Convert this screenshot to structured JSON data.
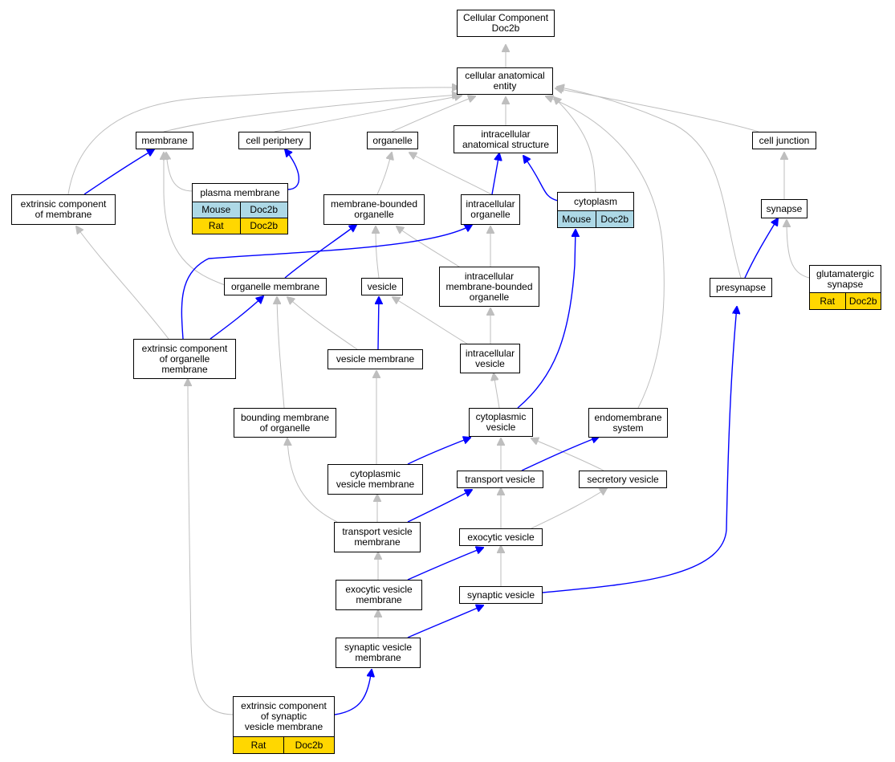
{
  "colors": {
    "is_a_edge": "#bebebe",
    "part_of_edge": "#0000ff",
    "mouse_tag": "#add8e6",
    "rat_tag": "#ffd700"
  },
  "nodes": [
    {
      "id": "root",
      "label": "Cellular Component\nDoc2b"
    },
    {
      "id": "cae",
      "label": "cellular anatomical\nentity"
    },
    {
      "id": "membrane",
      "label": "membrane"
    },
    {
      "id": "cellperiphery",
      "label": "cell periphery"
    },
    {
      "id": "organelle",
      "label": "organelle"
    },
    {
      "id": "ias",
      "label": "intracellular\nanatomical structure"
    },
    {
      "id": "celljunction",
      "label": "cell junction"
    },
    {
      "id": "plasmamembrane",
      "label": "plasma membrane",
      "tags": [
        {
          "species": "Mouse",
          "gene": "Doc2b",
          "color": "mouse"
        },
        {
          "species": "Rat",
          "gene": "Doc2b",
          "color": "rat"
        }
      ]
    },
    {
      "id": "extrinsic_mem",
      "label": "extrinsic component\nof membrane"
    },
    {
      "id": "mbo",
      "label": "membrane-bounded\norganelle"
    },
    {
      "id": "io",
      "label": "intracellular\norganelle"
    },
    {
      "id": "cytoplasm",
      "label": "cytoplasm",
      "tags": [
        {
          "species": "Mouse",
          "gene": "Doc2b",
          "color": "mouse"
        }
      ]
    },
    {
      "id": "synapse",
      "label": "synapse"
    },
    {
      "id": "glut",
      "label": "glutamatergic\nsynapse",
      "tags": [
        {
          "species": "Rat",
          "gene": "Doc2b",
          "color": "rat"
        }
      ]
    },
    {
      "id": "orgmem",
      "label": "organelle membrane"
    },
    {
      "id": "vesicle",
      "label": "vesicle"
    },
    {
      "id": "imbo",
      "label": "intracellular\nmembrane-bounded\norganelle"
    },
    {
      "id": "presynapse",
      "label": "presynapse"
    },
    {
      "id": "extrinsic_org",
      "label": "extrinsic component\nof organelle\nmembrane"
    },
    {
      "id": "vesmem",
      "label": "vesicle membrane"
    },
    {
      "id": "iv",
      "label": "intracellular\nvesicle"
    },
    {
      "id": "bmo",
      "label": "bounding membrane\nof organelle"
    },
    {
      "id": "cytves",
      "label": "cytoplasmic\nvesicle"
    },
    {
      "id": "endo",
      "label": "endomembrane\nsystem"
    },
    {
      "id": "cvm",
      "label": "cytoplasmic\nvesicle membrane"
    },
    {
      "id": "tv",
      "label": "transport vesicle"
    },
    {
      "id": "sv",
      "label": "secretory vesicle"
    },
    {
      "id": "tvm",
      "label": "transport vesicle\nmembrane"
    },
    {
      "id": "ev",
      "label": "exocytic vesicle"
    },
    {
      "id": "evm",
      "label": "exocytic vesicle\nmembrane"
    },
    {
      "id": "synv",
      "label": "synaptic vesicle"
    },
    {
      "id": "svm",
      "label": "synaptic vesicle\nmembrane"
    },
    {
      "id": "extrinsic_sv",
      "label": "extrinsic component\nof synaptic\nvesicle membrane",
      "tags": [
        {
          "species": "Rat",
          "gene": "Doc2b",
          "color": "rat"
        }
      ]
    }
  ]
}
